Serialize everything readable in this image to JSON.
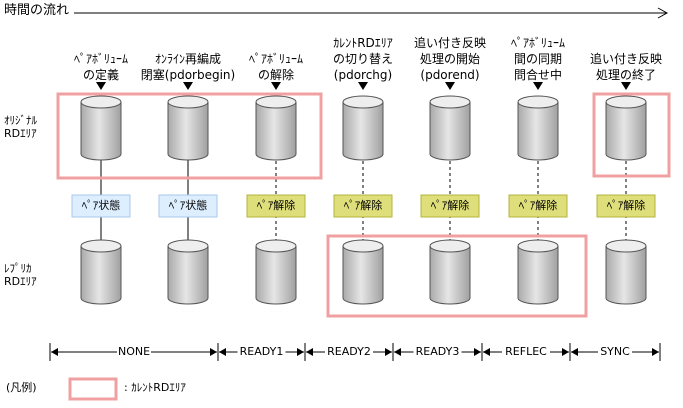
{
  "time_label": "時間の流れ",
  "events": [
    {
      "lines": [
        "ﾍﾟｱﾎﾞﾘｭｰﾑ",
        "の定義"
      ]
    },
    {
      "lines": [
        "ｵﾝﾗｲﾝ再編成",
        "閉塞(pdorbegin)"
      ]
    },
    {
      "lines": [
        "ﾍﾟｱﾎﾞﾘｭｰﾑ",
        "の解除"
      ]
    },
    {
      "lines": [
        "ｶﾚﾝﾄRDｴﾘｱ",
        "の切り替え",
        "(pdorchg)"
      ]
    },
    {
      "lines": [
        "追い付き反映",
        "処理の開始",
        "(pdorend)"
      ]
    },
    {
      "lines": [
        "ﾍﾟｱﾎﾞﾘｭｰﾑ",
        "間の同期",
        "問合せ中"
      ]
    },
    {
      "lines": [
        "追い付き反映",
        "処理の終了"
      ]
    }
  ],
  "rows": {
    "original": {
      "line1": "ｵﾘｼﾞﾅﾙ",
      "line2": "RDｴﾘｱ"
    },
    "replica": {
      "line1": "ﾚﾌﾟﾘｶ",
      "line2": "RDｴﾘｱ"
    }
  },
  "status_boxes": [
    {
      "text": "ﾍﾟｱ状態",
      "kind": "pair"
    },
    {
      "text": "ﾍﾟｱ状態",
      "kind": "pair"
    },
    {
      "text": "ﾍﾟｱ解除",
      "kind": "release"
    },
    {
      "text": "ﾍﾟｱ解除",
      "kind": "release"
    },
    {
      "text": "ﾍﾟｱ解除",
      "kind": "release"
    },
    {
      "text": "ﾍﾟｱ解除",
      "kind": "release"
    },
    {
      "text": "ﾍﾟｱ解除",
      "kind": "release"
    }
  ],
  "phases": [
    "NONE",
    "READY1",
    "READY2",
    "READY3",
    "REFLEC",
    "SYNC"
  ],
  "legend": {
    "title": "(凡例)",
    "label": ": ｶﾚﾝﾄRDｴﾘｱ"
  },
  "colors": {
    "highlight": "#f0a0a0",
    "pair_fill": "#ddeeff",
    "pair_border": "#a8c8e8",
    "release_fill": "#dede7a",
    "release_border": "#b4b43c",
    "cylinder_fill": "#cfcfcf"
  }
}
